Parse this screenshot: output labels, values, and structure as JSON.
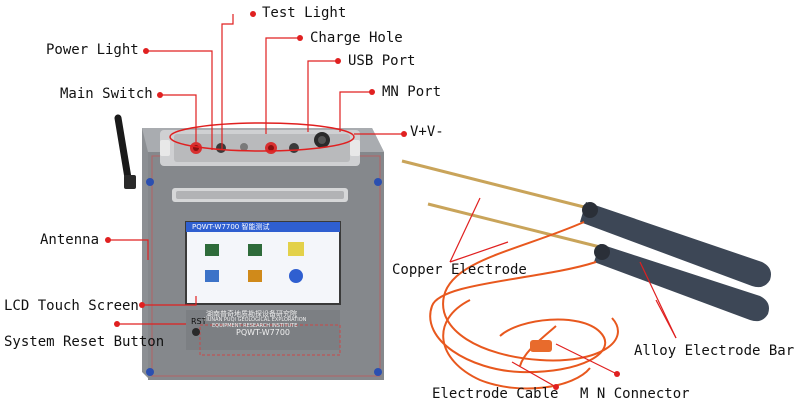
{
  "labels": {
    "test_light": "Test Light",
    "power_light": "Power Light",
    "charge_hole": "Charge Hole",
    "usb_port": "USB Port",
    "main_switch": "Main Switch",
    "mn_port": "MN Port",
    "v_plus_v_minus": "V+V-",
    "antenna": "Antenna",
    "copper_electrode": "Copper Electrode",
    "lcd_touch_screen": "LCD Touch Screen",
    "system_reset_button": "System Reset Button",
    "alloy_electrode_bar": "Alloy Electrode Bar",
    "electrode_cable": "Electrode Cable",
    "mn_connector": "M N Connector"
  },
  "device": {
    "screen_title": "PQWT-W7700 智能测试",
    "model": "PQWT-W7700",
    "institute_cn": "湖南普奇地质勘探设备研究院",
    "institute_en_1": "HUNAN PUQI GEOLOGICAL EXPLORATION",
    "institute_en_2": "EQUIPMENT RESEARCH INSTITUTE",
    "rst_label": "RST"
  },
  "colors": {
    "leader_red": "#e02020",
    "case_gray": "#8c8f93",
    "panel_gray": "#c9cacc",
    "cable_orange": "#e8581e",
    "rod_gold": "#c9a45a",
    "handle_dark": "#3d4756",
    "screen_blue": "#2f5fd0"
  }
}
